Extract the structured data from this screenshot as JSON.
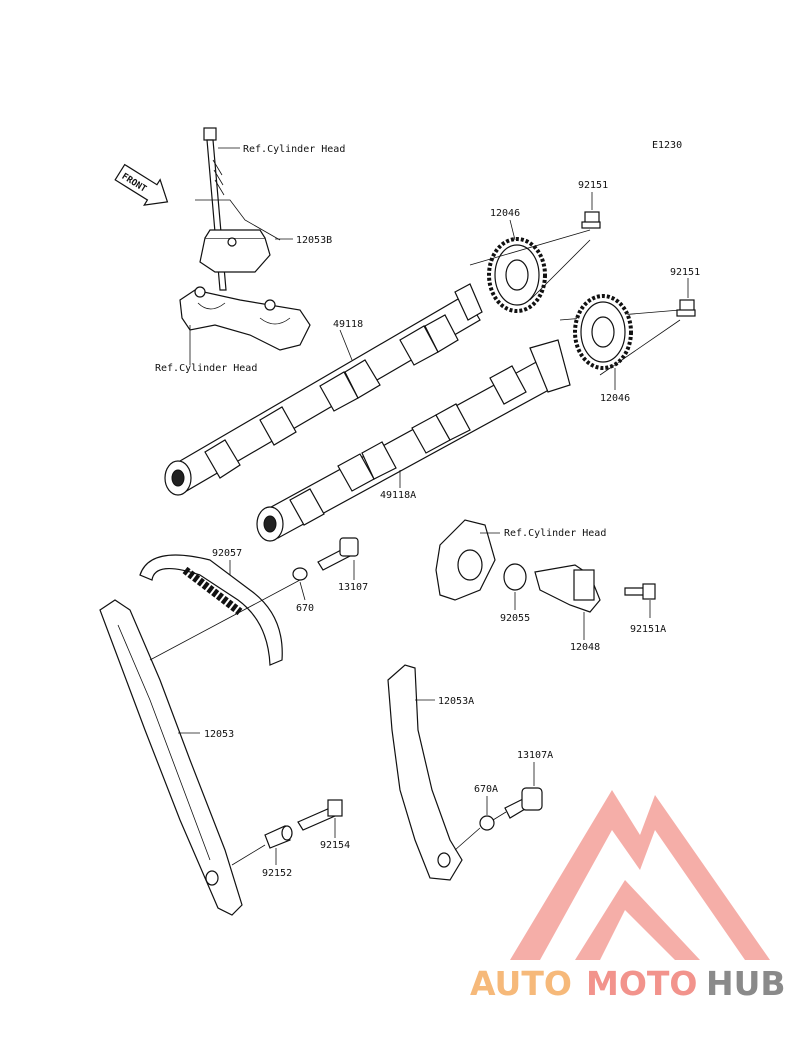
{
  "diagram": {
    "code": "E1230",
    "front_label": "FRONT",
    "ref_cylinder_head": "Ref.Cylinder Head",
    "parts": {
      "p12053B": "12053B",
      "p49118": "49118",
      "p12046_top": "12046",
      "p92151_top": "92151",
      "p92151_right": "92151",
      "p12046_right": "12046",
      "p49118A": "49118A",
      "p92057": "92057",
      "p670": "670",
      "p13107": "13107",
      "p92055": "92055",
      "p12048": "12048",
      "p92151A": "92151A",
      "p12053A": "12053A",
      "p12053": "12053",
      "p13107A": "13107A",
      "p670A": "670A",
      "p92154": "92154",
      "p92152": "92152"
    }
  },
  "watermark": {
    "part1": "AUTO",
    "part2": "MOTO",
    "part3": "HUB",
    "colors": {
      "orange": "#f6b97a",
      "pink": "#f2938c",
      "gray": "#8a8a8a"
    }
  }
}
